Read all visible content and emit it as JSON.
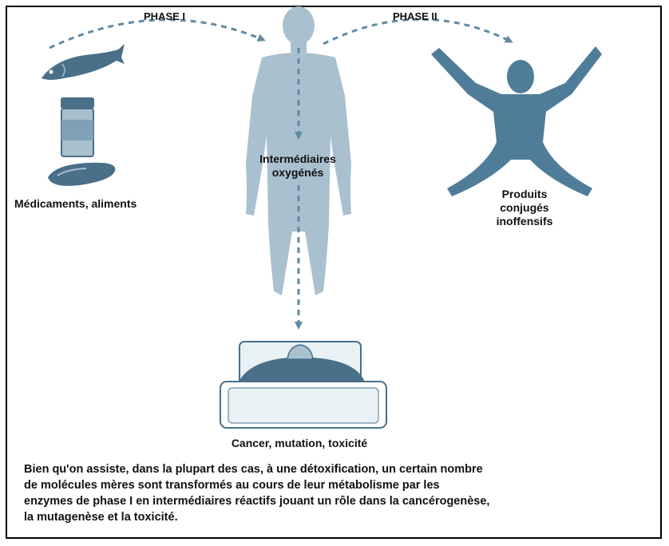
{
  "diagram": {
    "phase1_label": "PHASE I",
    "phase2_label": "PHASE II",
    "inputs_label": "Médicaments, aliments",
    "intermediates_label": [
      "Intermédiaires",
      "oxygénés"
    ],
    "products_label": [
      "Produits",
      "conjugés",
      "inoffensifs"
    ],
    "outcome_label": "Cancer, mutation, toxicité",
    "colors": {
      "figure_light": "#a9c0cf",
      "figure_dark": "#4f7d99",
      "arrow": "#5f8aa4",
      "dark_object": "#4a6f89"
    }
  },
  "caption": {
    "lines": [
      "Bien qu'on assiste, dans la plupart des cas, à une détoxification, un certain nombre",
      "de molécules mères sont transformés au cours de leur métabolisme par les",
      "enzymes de phase I en intermédiaires réactifs jouant un rôle dans la cancérogenèse,",
      "la mutagenèse et la toxicité."
    ]
  }
}
